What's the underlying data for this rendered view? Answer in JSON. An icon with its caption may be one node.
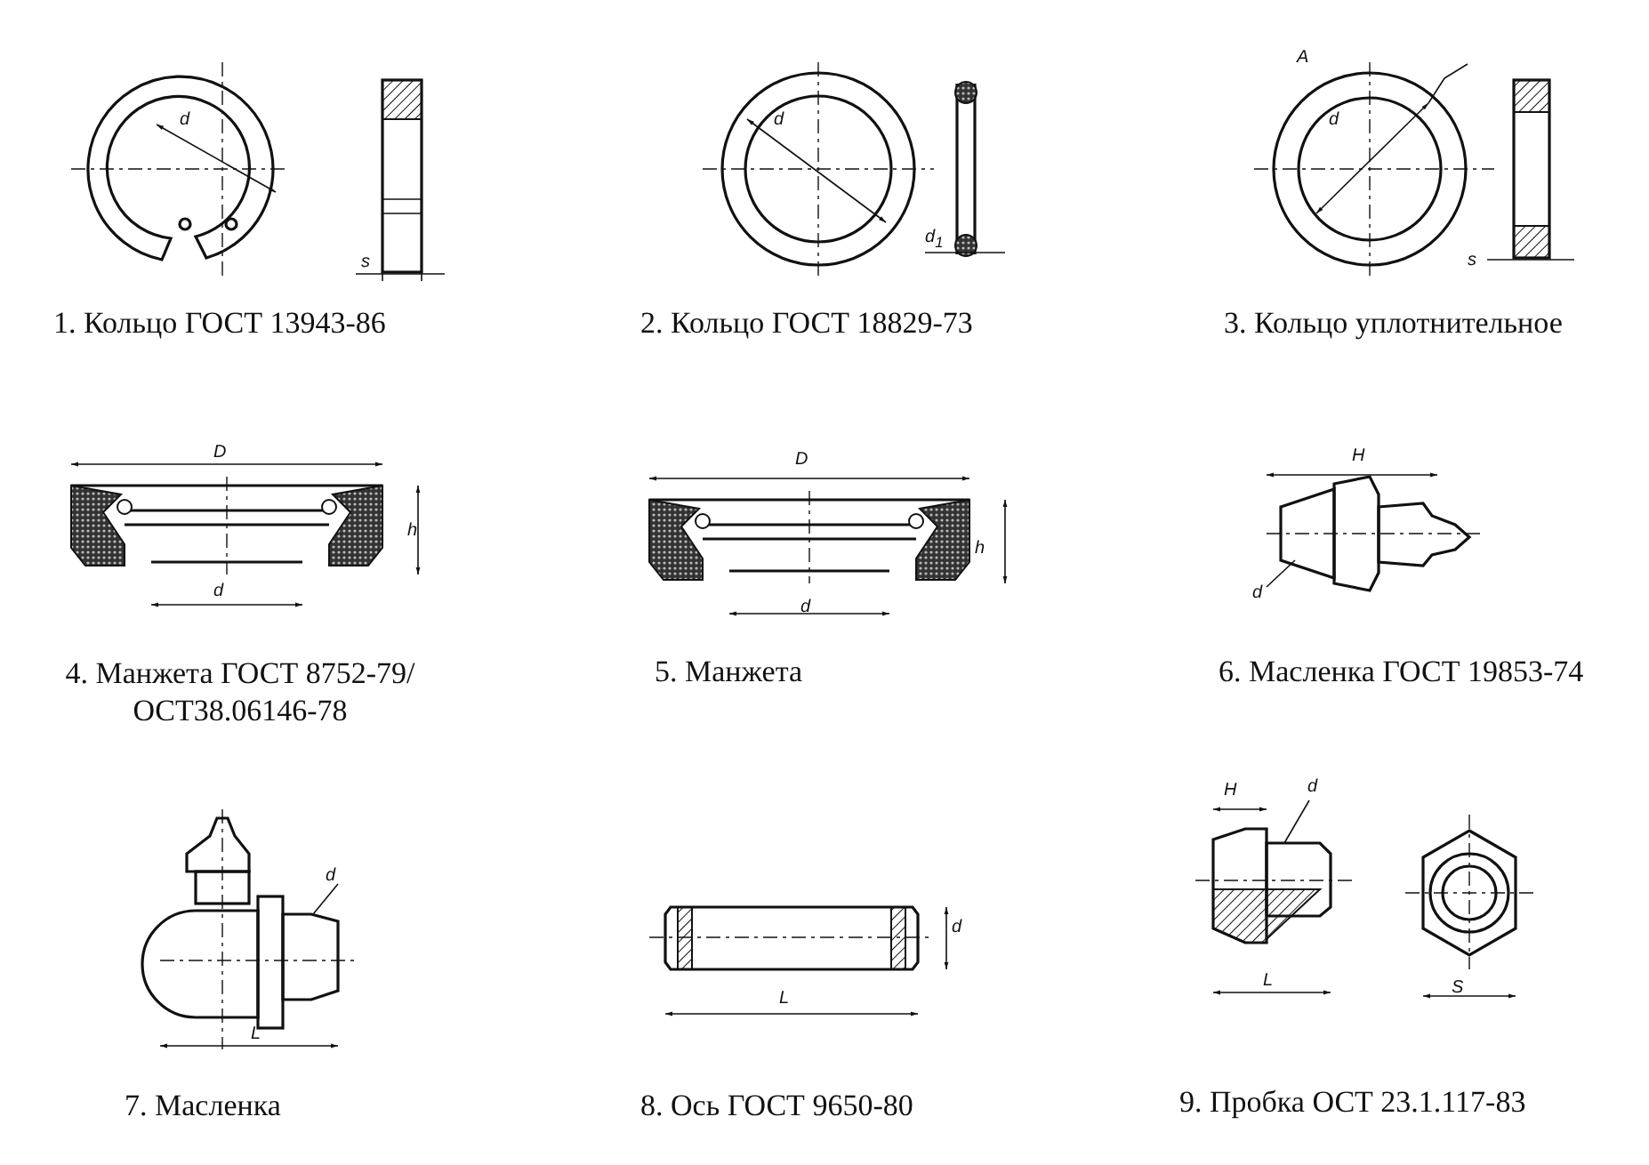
{
  "diagram": {
    "labels": [
      "d",
      "s",
      "1. Кольцо ГОСТ 13943-86",
      "d",
      "d$_{1}$",
      "2. Кольцо ГОСТ 18829-73",
      "A",
      "d",
      "s",
      "3. Кольцо уплотнительное",
      "D",
      "h",
      "d",
      "4. Манжета ГОСТ 8752-79/ ОСТ38.06146-78",
      "D",
      "h",
      "d",
      "5. Манжета",
      "H",
      "d",
      "6. Масленка ГОСТ 19853-74",
      "d",
      "L",
      "7. Масленка",
      "d",
      "L",
      "8. Ось ГОСТ 9650-80",
      "H",
      "d",
      "L",
      "S",
      "9. Пробка ОСТ 23.1.117-83"
    ]
  }
}
